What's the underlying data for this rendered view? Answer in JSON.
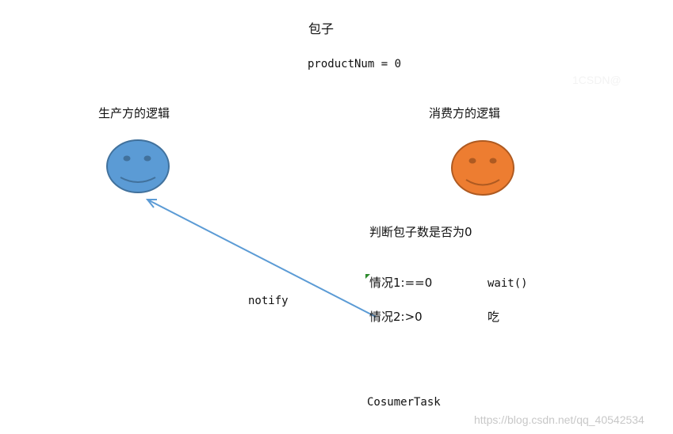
{
  "title": "包子",
  "product_num": "productNum = 0",
  "producer": {
    "label": "生产方的逻辑",
    "color": "#5b9bd5",
    "border": "#41719c"
  },
  "consumer": {
    "label": "消费方的逻辑",
    "color": "#ed7d31",
    "border": "#ae5a21"
  },
  "check": "判断包子数是否为0",
  "cases": [
    {
      "condition": "情况1:==0",
      "action": "wait()"
    },
    {
      "condition": "情况2:>0",
      "action": "吃"
    }
  ],
  "notify_label": "notify",
  "task_name": "CosumerTask",
  "arrow_color": "#5b9bd5",
  "watermark_faint": "1CSDN@",
  "watermark": "https://blog.csdn.net/qq_40542534"
}
